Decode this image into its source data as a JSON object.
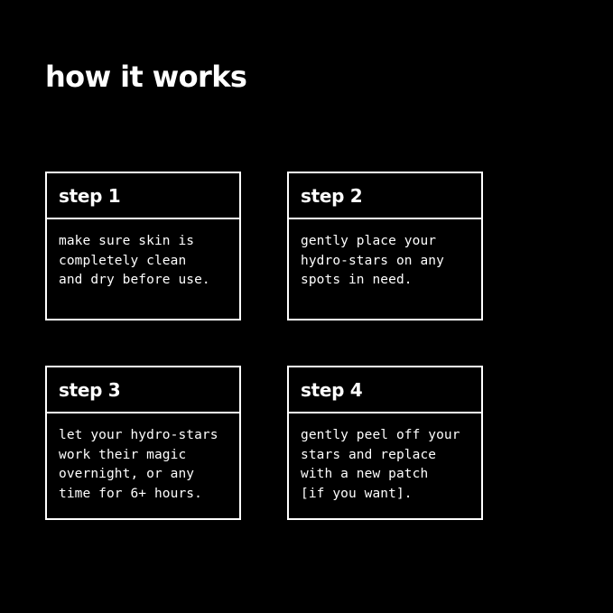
{
  "page": {
    "background_color": "#000000",
    "foreground_color": "#ffffff",
    "title": "how it works"
  },
  "steps": [
    {
      "header": "step 1",
      "lines": [
        "make sure skin is",
        "completely clean",
        "and dry before use."
      ]
    },
    {
      "header": "step 2",
      "lines": [
        "gently place your",
        "hydro-stars on any",
        "spots in need."
      ]
    },
    {
      "header": "step 3",
      "lines": [
        "let your hydro-stars",
        "work their magic",
        "overnight, or any",
        "time for 6+ hours."
      ]
    },
    {
      "header": "step 4",
      "lines": [
        "gently peel off your",
        "stars and replace",
        "with a new patch",
        "[if you want]."
      ]
    }
  ]
}
